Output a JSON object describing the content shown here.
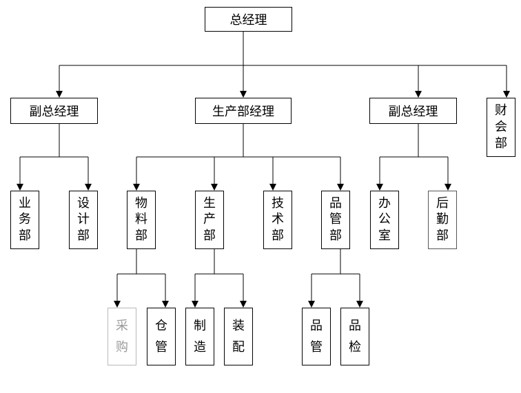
{
  "nodes": {
    "ceo": {
      "label": "总经理"
    },
    "vp_left": {
      "label": "副总经理"
    },
    "production_manager": {
      "label": "生产部经理"
    },
    "vp_right": {
      "label": "副总经理"
    },
    "finance": {
      "chars": [
        "财",
        "会",
        "部"
      ]
    },
    "sales": {
      "chars": [
        "业",
        "务",
        "部"
      ]
    },
    "design": {
      "chars": [
        "设",
        "计",
        "部"
      ]
    },
    "materials": {
      "chars": [
        "物",
        "料",
        "部"
      ]
    },
    "production": {
      "chars": [
        "生",
        "产",
        "部"
      ]
    },
    "technology": {
      "chars": [
        "技",
        "术",
        "部"
      ]
    },
    "quality": {
      "chars": [
        "品",
        "管",
        "部"
      ]
    },
    "office": {
      "chars": [
        "办",
        "公",
        "室"
      ]
    },
    "logistics": {
      "chars": [
        "后",
        "勤",
        "部"
      ]
    },
    "purchasing": {
      "chars": [
        "采",
        "购"
      ]
    },
    "warehouse": {
      "chars": [
        "仓",
        "管"
      ]
    },
    "manufacturing": {
      "chars": [
        "制",
        "造"
      ]
    },
    "assembly": {
      "chars": [
        "装",
        "配"
      ]
    },
    "qc": {
      "chars": [
        "品",
        "管"
      ]
    },
    "inspection": {
      "chars": [
        "品",
        "检"
      ]
    }
  }
}
